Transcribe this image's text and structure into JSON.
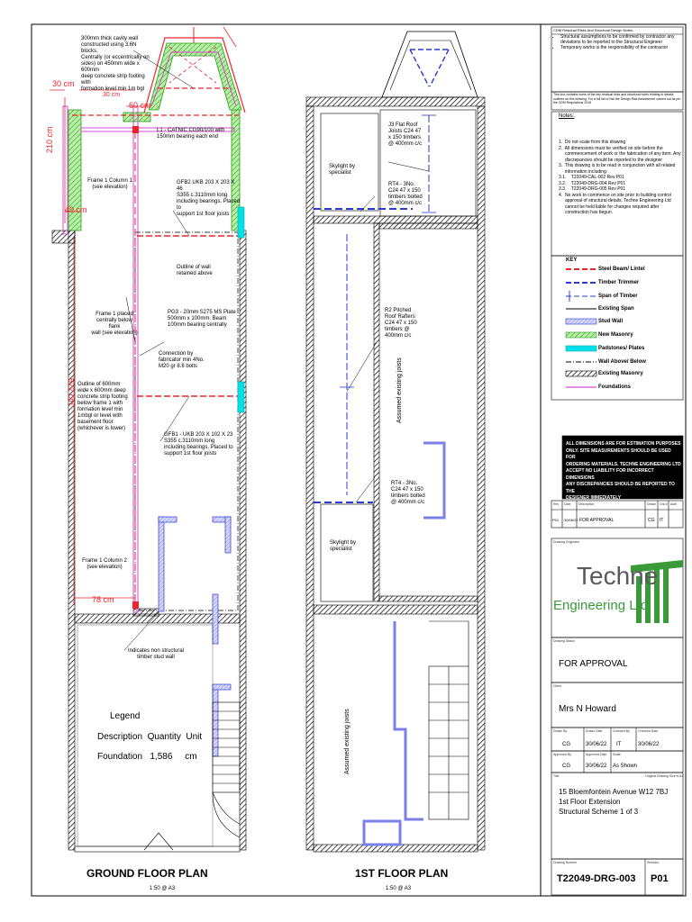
{
  "ground_plan": {
    "title": "GROUND FLOOR PLAN",
    "scale": "1:50 @ A3",
    "dims": {
      "d30": "30 cm",
      "d60": "60 cm",
      "d210": "210 cm",
      "d49": "49 cm",
      "d622": "622 cm",
      "d78": "78 cm",
      "d30b": "30 cm"
    },
    "notes": {
      "wall": [
        "300mm thick cavity wall",
        "constructed using 3.6N blocks.",
        "Centrally (or eccentrically on",
        "sides) on 450mm wide x 600mm",
        "deep concrete strip footing with",
        "formation level min 1m bgl"
      ],
      "l1": [
        "L1 - CATNIC CG90/100 with",
        "150mm bearing each end"
      ],
      "frame1col1": [
        "Frame 1 Column 1",
        "(see elevation)"
      ],
      "gfb2": [
        "GFB2 UKB 203 X 203 X 46",
        "S355 c.3110mm long",
        "including bearings. Placed to",
        "support 1st floor joists"
      ],
      "outline_wall": [
        "Outline of wall",
        "retained above"
      ],
      "frame1placed": [
        "Frame 1 placed",
        "centrally below flank",
        "wall (see elevation)"
      ],
      "pg3": [
        "PG3 - 20mm S275 MS Plate",
        "500mm x 100mm. Beam",
        "100mm bearing centrally"
      ],
      "connection": [
        "Connection by",
        "fabricator min 4No.",
        "M20 gr 8.8 bolts"
      ],
      "outline_footing": [
        "Outline of 600mm",
        "wide x 600mm deep",
        "concrete strip footing",
        "below frame 1 with",
        "formation level min",
        "1mbgl or level with",
        "basement floor",
        "(whichever is lower)"
      ],
      "gfb1": [
        "GFB1 - UKB 203 X 102 X 23",
        "S355 c.3110mm long",
        "including bearings. Placed to",
        "support 1st floor joists"
      ],
      "frame1col2": [
        "Frame 1 Column 2",
        "(see elevation)"
      ],
      "nonstruct": [
        "Indicates non structural",
        "timber stud wall"
      ]
    },
    "legend": {
      "title": "Legend",
      "headers": "Description  Quantity  Unit",
      "row": "Foundation   1,586     cm"
    }
  },
  "first_plan": {
    "title": "1ST FLOOR PLAN",
    "scale": "1:50 @ A3",
    "notes": {
      "skylight1": [
        "Skylight by",
        "specialist"
      ],
      "j3": [
        "J3 Flat Roof",
        "Joists C24 47",
        "x 150 timbers",
        "@ 400mm c/c"
      ],
      "rt4a": [
        "RT4 - 3No.",
        "C24 47 x 150",
        "timbers bolted",
        "@ 400mm c/c"
      ],
      "r2": [
        "R2 Pitched",
        "Roof Rafters",
        "C24 47 x 150",
        "timbers @",
        "400mm c/c"
      ],
      "assumed1": "Assumed existing joists",
      "rt4b": [
        "RT4 - 3No.",
        "C24 47 x 150",
        "timbers bolted",
        "@ 400mm c/c"
      ],
      "skylight2": [
        "Skylight by",
        "specialist"
      ],
      "assumed2": "Assumed existing joists"
    }
  },
  "sidebar": {
    "cdm_header": "CDM Residual Risks And Structural Design Notes:",
    "cdm_bullets": [
      "Structural assumptions to be confirmed by contractor any deviations to be reported to the Structural Engineer",
      "Temporary works is the responsibility of the contractor"
    ],
    "cdm_footnote": "This box contains some of the key residual risks and structural notes relating to details outlined on this drawing. For a full list of risk the Design Risk Assessment carried out as per the CDM Regulations 2015",
    "notes_title": "Notes:",
    "notes": [
      "1.  Do not scale from this drawing",
      "2.  All dimensions must be verified on site before the",
      "     commencement of work or the fabrication of any item. Any",
      "     discrepancies should be reported to the designer",
      "3.  This drawing is to be read in conjunction with all related",
      "     information including:",
      "3.1.    T22049-CAL-002 Rev P01",
      "3.2.    T22049-DRG-004 Rev P01",
      "3.3.    T22049-DRG-005 Rev P01",
      "4.  No work to commence on site prior to building control",
      "     approval of structural details. Techne Engineering Ltd",
      "     cannot be held liable for changes required after",
      "     construction has begun."
    ],
    "key_title": "KEY",
    "key_items": [
      "Steel Beam/ Lintel",
      "Timber Trimmer",
      "Span of Timber",
      "Existing Span",
      "Stud Wall",
      "New Masonry",
      "Padstones/ Plates",
      "Wall Above/ Below",
      "Existing Masonry",
      "Foundations"
    ],
    "disclaimer": [
      "ALL DIMENSIONS ARE FOR ESTIMATION PURPOSES",
      "ONLY. SITE MEASUREMENTS SHOULD BE USED FOR",
      "ORDERING MATERIALS. TECHNE ENGINEERING LTD",
      "ACCEPT NO LIABILITY FOR INCORRECT DIMENSIONS",
      "ANY DISCREPANCIES SHOULD BE REPORTED TO THE",
      "DESIGNER IMMEDIATELY"
    ],
    "rev_headers": [
      "Rev",
      "Date",
      "Description",
      "Drawn",
      "Chk'd",
      "Auth"
    ],
    "rev_row": [
      "P01",
      "30/06/22",
      "FOR APPROVAL",
      "CG",
      "IT"
    ],
    "drawing_originator_label": "Drawing Originator",
    "logo_line1": "Techne",
    "logo_line2": "Engineering Ltd",
    "status_label": "Drawing Status",
    "status": "FOR APPROVAL",
    "client_label": "Client",
    "client": "Mrs N Howard",
    "drawn_labels": [
      "Drawn By",
      "Drawn Date",
      "Checked By",
      "Checked Date"
    ],
    "drawn_vals": [
      "CG",
      "30/06/22",
      "IT",
      "30/06/22"
    ],
    "appr_labels": [
      "Approved By",
      "Approved Date",
      "Scale"
    ],
    "appr_vals": [
      "CG",
      "30/06/22",
      "As Shown"
    ],
    "title_label": "Title",
    "size_label": "Original Drawing Size is A3",
    "title_lines": [
      "15 Bloemfontein Avenue W12 7BJ",
      "1st Floor Extension",
      "Structural Scheme 1 of 3"
    ],
    "number_label": "Drawing Number",
    "revision_label": "Revision",
    "drawing_number": "T22049-DRG-003",
    "revision": "P01"
  },
  "colors": {
    "steel": "#e8262b",
    "timber": "#2a3bd1",
    "masonry": "#5ad13c",
    "padstone": "#00e0e8",
    "foundation": "#d24bd0",
    "stud": "#7b7fe8"
  }
}
